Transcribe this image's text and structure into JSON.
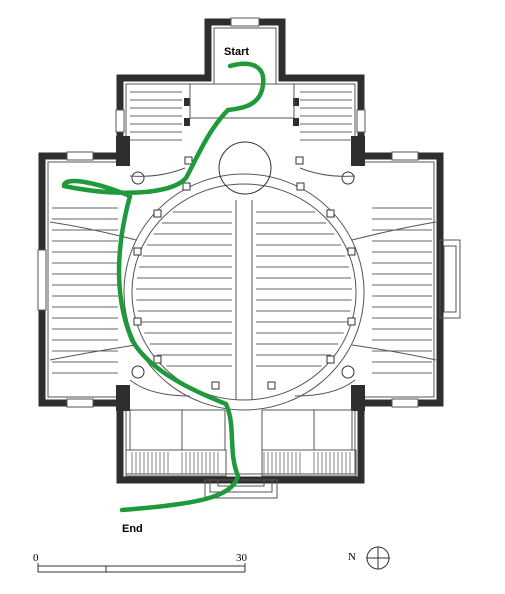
{
  "labels": {
    "start": "Start",
    "end": "End"
  },
  "scale": {
    "zero": "0",
    "thirty": "30"
  },
  "north": {
    "letter": "N",
    "icon": "north-arrow-icon"
  },
  "colors": {
    "path": "#1e9a3a",
    "wall": "#2e2e2e",
    "line": "#555555",
    "background": "#ffffff"
  }
}
